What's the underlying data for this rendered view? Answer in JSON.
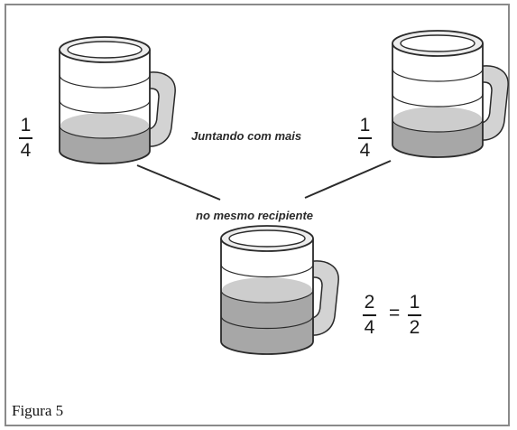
{
  "figure": {
    "caption": "Figura 5",
    "text_combine": "Juntando com mais",
    "text_container": "no mesmo recipiente",
    "cup_left_fraction": {
      "numerator": "1",
      "denominator": "4"
    },
    "cup_right_fraction": {
      "numerator": "1",
      "denominator": "4"
    },
    "result_fraction_left": {
      "numerator": "2",
      "denominator": "4"
    },
    "result_equals": "=",
    "result_fraction_right": {
      "numerator": "1",
      "denominator": "2"
    }
  },
  "colors": {
    "frame": "#8a8a8a",
    "liquid_dark": "#a7a7a7",
    "liquid_light": "#cdcdcd",
    "handle": "#d3d3d3",
    "outline": "#2a2a2a"
  },
  "cups": [
    {
      "name": "cup-left",
      "fill_quarters": 1
    },
    {
      "name": "cup-right",
      "fill_quarters": 1
    },
    {
      "name": "cup-result",
      "fill_quarters": 2
    }
  ]
}
